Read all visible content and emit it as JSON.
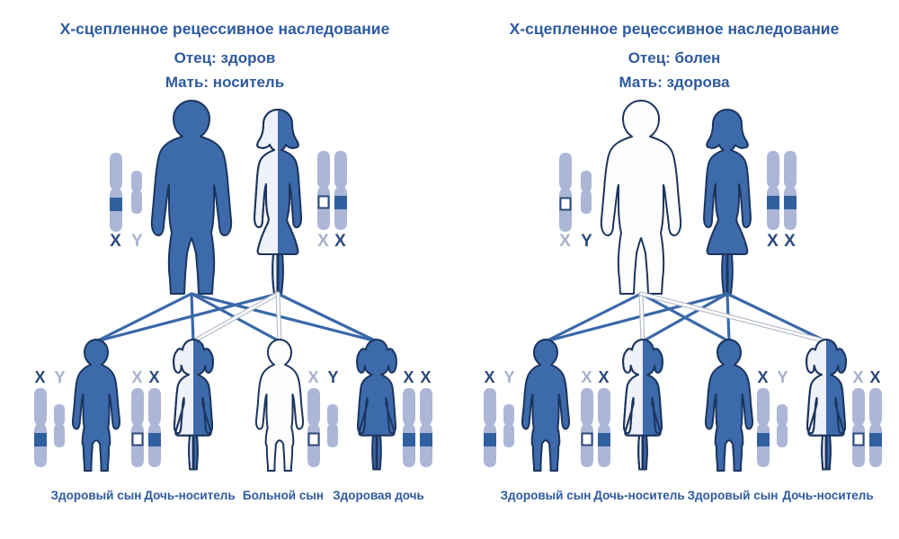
{
  "colors": {
    "heading_text": "#2e5aa0",
    "figure_blue": "#3d6aab",
    "figure_outline": "#1c355e",
    "figure_white": "#fdfdfe",
    "carrier_white_half": "#eef1f8",
    "chromosome_light": "#acb6d7",
    "chromosome_band_dark": "#30609f",
    "karyotype_letter_dark": "#2c4a7c",
    "karyotype_letter_light": "#a8b1cd",
    "line_blue": "#3a68a8",
    "line_white_edge": "#b5bccb"
  },
  "panels": [
    {
      "title": "Х-сцепленное рецессивное наследование",
      "father_status": "Отец: здоров",
      "mother_status": "Мать: носитель",
      "parents": {
        "father": {
          "state": "healthy",
          "figure": "man",
          "fill": "blue",
          "karyotype": [
            {
              "letter": "X",
              "shade": "dark"
            },
            {
              "letter": "Y",
              "shade": "light"
            }
          ],
          "x_bands": [
            "normal"
          ]
        },
        "mother": {
          "state": "carrier",
          "figure": "woman",
          "fill": "half-white-half-blue",
          "karyotype": [
            {
              "letter": "X",
              "shade": "light"
            },
            {
              "letter": "X",
              "shade": "dark"
            }
          ],
          "x_bands": [
            "mutant",
            "normal"
          ]
        }
      },
      "children": [
        {
          "label": "Здоровый сын",
          "figure": "boy",
          "state": "healthy",
          "fill": "blue",
          "chromosomes_side": "left",
          "karyotype": [
            {
              "letter": "X",
              "shade": "dark"
            },
            {
              "letter": "Y",
              "shade": "light"
            }
          ],
          "x_bands": [
            "normal"
          ]
        },
        {
          "label": "Дочь-носитель",
          "figure": "girl",
          "state": "carrier",
          "fill": "half-white-half-blue",
          "chromosomes_side": "left",
          "karyotype": [
            {
              "letter": "X",
              "shade": "light"
            },
            {
              "letter": "X",
              "shade": "dark"
            }
          ],
          "x_bands": [
            "mutant",
            "normal"
          ]
        },
        {
          "label": "Больной сын",
          "figure": "boy",
          "state": "affected",
          "fill": "white",
          "chromosomes_side": "right",
          "karyotype": [
            {
              "letter": "X",
              "shade": "light"
            },
            {
              "letter": "Y",
              "shade": "dark"
            }
          ],
          "x_bands": [
            "mutant"
          ]
        },
        {
          "label": "Здоровая дочь",
          "figure": "girl",
          "state": "healthy",
          "fill": "blue",
          "chromosomes_side": "right",
          "karyotype": [
            {
              "letter": "X",
              "shade": "dark"
            },
            {
              "letter": "X",
              "shade": "dark"
            }
          ],
          "x_bands": [
            "normal",
            "normal"
          ]
        }
      ],
      "inheritance_lines": [
        {
          "from": "father",
          "to_child": 1,
          "style": "blue"
        },
        {
          "from": "father",
          "to_child": 2,
          "style": "blue"
        },
        {
          "from": "father",
          "to_child": 3,
          "style": "blue"
        },
        {
          "from": "father",
          "to_child": 4,
          "style": "blue"
        },
        {
          "from": "mother",
          "to_child": 1,
          "style": "blue"
        },
        {
          "from": "mother",
          "to_child": 2,
          "style": "white"
        },
        {
          "from": "mother",
          "to_child": 3,
          "style": "white"
        },
        {
          "from": "mother",
          "to_child": 4,
          "style": "blue"
        }
      ]
    },
    {
      "title": "Х-сцепленное рецессивное наследование",
      "father_status": "Отец: болен",
      "mother_status": "Мать: здорова",
      "parents": {
        "father": {
          "state": "affected",
          "figure": "man",
          "fill": "white",
          "karyotype": [
            {
              "letter": "X",
              "shade": "light"
            },
            {
              "letter": "Y",
              "shade": "dark"
            }
          ],
          "x_bands": [
            "mutant"
          ]
        },
        "mother": {
          "state": "healthy",
          "figure": "woman",
          "fill": "blue",
          "karyotype": [
            {
              "letter": "X",
              "shade": "dark"
            },
            {
              "letter": "X",
              "shade": "dark"
            }
          ],
          "x_bands": [
            "normal",
            "normal"
          ]
        }
      },
      "children": [
        {
          "label": "Здоровый сын",
          "figure": "boy",
          "state": "healthy",
          "fill": "blue",
          "chromosomes_side": "left",
          "karyotype": [
            {
              "letter": "X",
              "shade": "dark"
            },
            {
              "letter": "Y",
              "shade": "light"
            }
          ],
          "x_bands": [
            "normal"
          ]
        },
        {
          "label": "Дочь-носитель",
          "figure": "girl",
          "state": "carrier",
          "fill": "half-white-half-blue",
          "chromosomes_side": "left",
          "karyotype": [
            {
              "letter": "X",
              "shade": "light"
            },
            {
              "letter": "X",
              "shade": "dark"
            }
          ],
          "x_bands": [
            "mutant",
            "normal"
          ]
        },
        {
          "label": "Здоровый сын",
          "figure": "boy",
          "state": "healthy",
          "fill": "blue",
          "chromosomes_side": "right",
          "karyotype": [
            {
              "letter": "X",
              "shade": "dark"
            },
            {
              "letter": "Y",
              "shade": "light"
            }
          ],
          "x_bands": [
            "normal"
          ]
        },
        {
          "label": "Дочь-носитель",
          "figure": "girl",
          "state": "carrier",
          "fill": "half-white-half-blue",
          "chromosomes_side": "right",
          "karyotype": [
            {
              "letter": "X",
              "shade": "light"
            },
            {
              "letter": "X",
              "shade": "dark"
            }
          ],
          "x_bands": [
            "mutant",
            "normal"
          ]
        }
      ],
      "inheritance_lines": [
        {
          "from": "father",
          "to_child": 1,
          "style": "blue"
        },
        {
          "from": "father",
          "to_child": 2,
          "style": "white"
        },
        {
          "from": "father",
          "to_child": 3,
          "style": "blue"
        },
        {
          "from": "father",
          "to_child": 4,
          "style": "white"
        },
        {
          "from": "mother",
          "to_child": 1,
          "style": "blue"
        },
        {
          "from": "mother",
          "to_child": 2,
          "style": "blue"
        },
        {
          "from": "mother",
          "to_child": 3,
          "style": "blue"
        },
        {
          "from": "mother",
          "to_child": 4,
          "style": "blue"
        }
      ]
    }
  ]
}
